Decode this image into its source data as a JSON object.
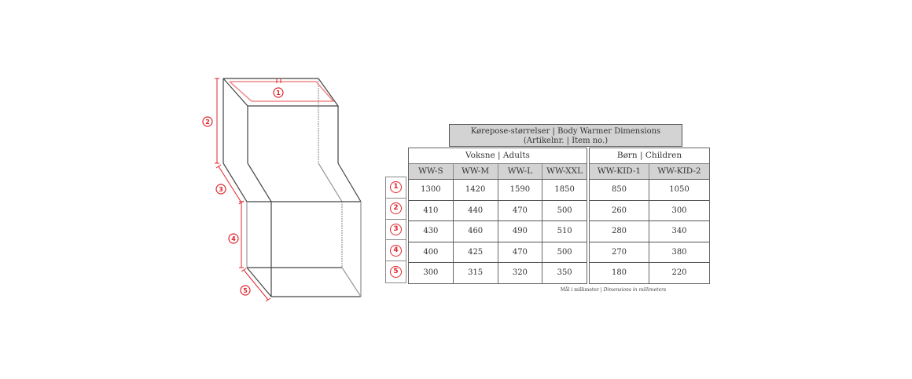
{
  "diagram": {
    "labels": [
      "1",
      "2",
      "3",
      "4",
      "5"
    ],
    "colors": {
      "outline": "#444444",
      "dimension": "#e1252c"
    }
  },
  "table": {
    "title_line1": "Kørepose-størrelser | Body Warmer Dimensions",
    "title_line2": "(Artikelnr. | Item no.)",
    "adults": {
      "header": "Voksne | Adults",
      "columns": [
        "WW-S",
        "WW-M",
        "WW-L",
        "WW-XXL"
      ],
      "rows": [
        [
          "1300",
          "1420",
          "1590",
          "1850"
        ],
        [
          "410",
          "440",
          "470",
          "500"
        ],
        [
          "430",
          "460",
          "490",
          "510"
        ],
        [
          "400",
          "425",
          "470",
          "500"
        ],
        [
          "300",
          "315",
          "320",
          "350"
        ]
      ]
    },
    "children": {
      "header": "Børn | Children",
      "columns": [
        "WW-KID-1",
        "WW-KID-2"
      ],
      "rows": [
        [
          "850",
          "1050"
        ],
        [
          "260",
          "300"
        ],
        [
          "280",
          "340"
        ],
        [
          "270",
          "380"
        ],
        [
          "180",
          "220"
        ]
      ]
    },
    "row_markers": [
      "1",
      "2",
      "3",
      "4",
      "5"
    ],
    "header_bg": "#d3d3d3",
    "footnote_da": "Mål i millimeter |",
    "footnote_en": "Dimensions in millimeters"
  }
}
